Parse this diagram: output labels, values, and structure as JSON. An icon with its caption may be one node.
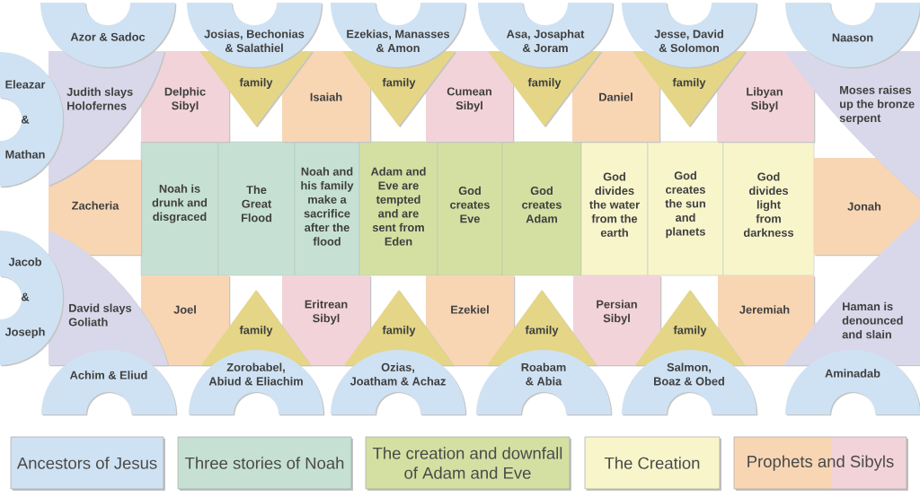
{
  "diagram": {
    "nodes": [
      {
        "text": [
          "Azor & Sadoc"
        ]
      },
      {
        "text": [
          "Josias, Bechonias & Salathiel"
        ]
      },
      {
        "text": [
          "Ezekias, Manasses & Amon"
        ]
      },
      {
        "text": [
          "Asa, Josaphat & Joram"
        ]
      },
      {
        "text": [
          "Jesse, David & Solomon"
        ]
      },
      {
        "text": [
          "Naason"
        ]
      },
      {
        "text": [
          "Eleazar & Mathan"
        ]
      },
      {
        "text": [
          "Judith slays Holofernes"
        ]
      },
      {
        "text": [
          "Delphic Sibyl"
        ]
      },
      {
        "text": [
          "family"
        ]
      },
      {
        "text": [
          "Isaiah"
        ]
      },
      {
        "text": [
          "family"
        ]
      },
      {
        "text": [
          "Cumean Sibyl"
        ]
      },
      {
        "text": [
          "family"
        ]
      },
      {
        "text": [
          "Daniel"
        ]
      },
      {
        "text": [
          "family"
        ]
      },
      {
        "text": [
          "Libyan Sibyl"
        ]
      },
      {
        "text": [
          "Moses raises up the bronze serpent"
        ]
      },
      {
        "text": [
          "Zacheria"
        ]
      },
      {
        "text": [
          "Noah is drunk and disgraced"
        ]
      },
      {
        "text": [
          "The Great Flood"
        ]
      },
      {
        "text": [
          "Noah and his family make a sacrifice after the flood"
        ]
      },
      {
        "text": [
          "Adam and Eve are tempted and are sent from Eden"
        ]
      },
      {
        "text": [
          "God creates Eve"
        ]
      },
      {
        "text": [
          "God creates Adam"
        ]
      },
      {
        "text": [
          "God divides the water from the earth"
        ]
      },
      {
        "text": [
          "God creates the sun and planets"
        ]
      },
      {
        "text": [
          "God divides light from darkness"
        ]
      },
      {
        "text": [
          "Jonah"
        ]
      },
      {
        "text": [
          "Jacob & Joseph"
        ]
      },
      {
        "text": [
          "David slays Goliath"
        ]
      },
      {
        "text": [
          "Joel"
        ]
      },
      {
        "text": [
          "family"
        ]
      },
      {
        "text": [
          "Eritrean Sibyl"
        ]
      },
      {
        "text": [
          "family"
        ]
      },
      {
        "text": [
          "Ezekiel"
        ]
      },
      {
        "text": [
          "family"
        ]
      },
      {
        "text": [
          "Persian Sibyl"
        ]
      },
      {
        "text": [
          "family"
        ]
      },
      {
        "text": [
          "Jeremiah"
        ]
      },
      {
        "text": [
          "Haman is denounced and slain"
        ]
      },
      {
        "text": [
          "Achim & Eliud"
        ]
      },
      {
        "text": [
          "Zorobabel, Abiud & Eliachim"
        ]
      },
      {
        "text": [
          "Ozias, Joatham & Achaz"
        ]
      },
      {
        "text": [
          "Roabam & Abia"
        ]
      },
      {
        "text": [
          "Salmon, Boaz & Obed"
        ]
      },
      {
        "text": [
          "Aminadab"
        ]
      }
    ],
    "legend": [
      {
        "text": "Ancestors of Jesus",
        "color": "#cfe2f3"
      },
      {
        "text": "Three stories of Noah",
        "color": "#c6e1d3"
      },
      {
        "text": "The creation and downfall of Adam and Eve",
        "color": "#d3e0a2"
      },
      {
        "text": "The Creation",
        "color": "#f8f5cb"
      },
      {
        "text": "Prophets and Sibyls",
        "color": "#f8d6b4"
      }
    ]
  }
}
